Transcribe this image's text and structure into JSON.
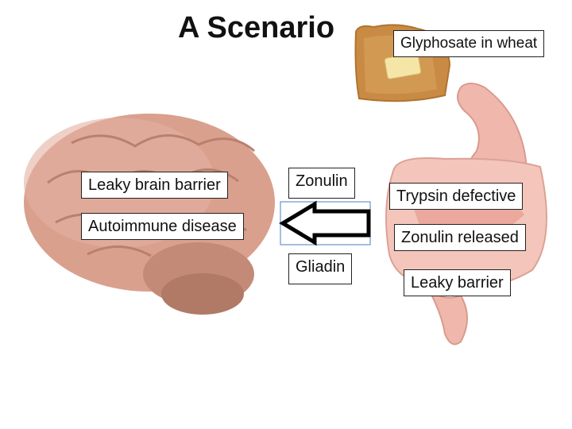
{
  "title": "A Scenario",
  "labels": {
    "glyphosate": "Glyphosate in wheat",
    "leaky_brain": "Leaky brain barrier",
    "autoimmune": "Autoimmune disease",
    "zonulin": "Zonulin",
    "gliadin": "Gliadin",
    "trypsin": "Trypsin defective",
    "zonulin_released": "Zonulin released",
    "leaky_barrier": "Leaky barrier"
  },
  "icons": [
    "brain-illustration",
    "toast-illustration",
    "digestive-tract-illustration",
    "left-arrow-icon"
  ],
  "colors": {
    "brain": "#d9a08e",
    "gut": "#f0b8ad",
    "toast": "#c98a44",
    "butter": "#f5e6a8"
  }
}
